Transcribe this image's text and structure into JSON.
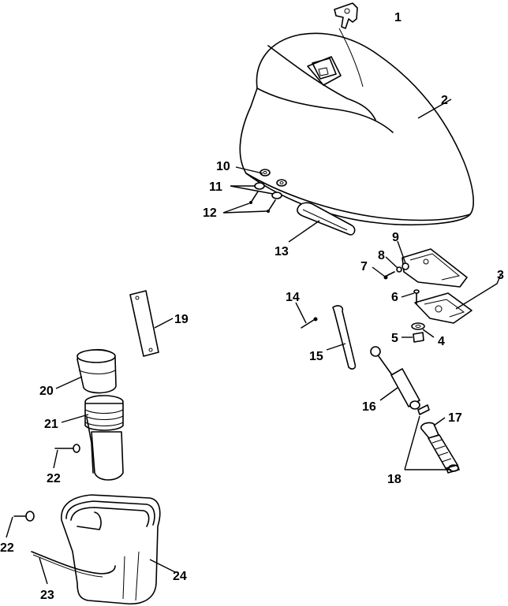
{
  "callouts": {
    "c1": "1",
    "c2": "2",
    "c3": "3",
    "c4": "4",
    "c5": "5",
    "c6": "6",
    "c7": "7",
    "c8": "8",
    "c9": "9",
    "c10": "10",
    "c11": "11",
    "c12": "12",
    "c13": "13",
    "c14": "14",
    "c15": "15",
    "c16": "16",
    "c17": "17",
    "c18": "18",
    "c19": "19",
    "c20": "20",
    "c21": "21",
    "c22a": "22",
    "c22b": "22",
    "c23": "23",
    "c24": "24"
  }
}
